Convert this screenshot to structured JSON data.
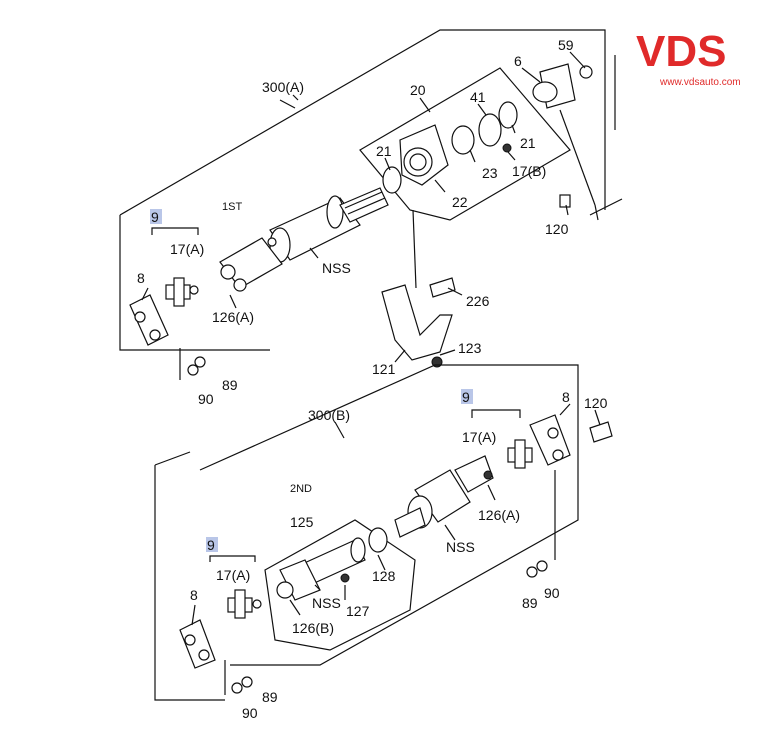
{
  "logo": {
    "text": "VDS",
    "url": "www.vdsauto.com"
  },
  "assembly_a": {
    "label": "300(A)",
    "stage": "1ST"
  },
  "assembly_b": {
    "label": "300(B)",
    "stage": "2ND"
  },
  "callouts": {
    "p59": "59",
    "p6": "6",
    "p20": "20",
    "p41": "41",
    "p21a": "21",
    "p21b": "21",
    "p23": "23",
    "p17b": "17(B)",
    "p22": "22",
    "p120a": "120",
    "p9a": "9",
    "p17a_1": "17(A)",
    "p8a": "8",
    "p126a_1": "126(A)",
    "nss_1": "NSS",
    "p226": "226",
    "p123": "123",
    "p121": "121",
    "p89a": "89",
    "p90a": "90",
    "p9b": "9",
    "p17a_2": "17(A)",
    "p8b": "8",
    "p120b": "120",
    "p126a_2": "126(A)",
    "nss_2": "NSS",
    "p89b": "89",
    "p90b": "90",
    "p125": "125",
    "p128": "128",
    "p127": "127",
    "nss_3": "NSS",
    "p126b": "126(B)",
    "p9c": "9",
    "p17a_3": "17(A)",
    "p8c": "8",
    "p89c": "89",
    "p90c": "90"
  },
  "colors": {
    "logo": "#e02a2a",
    "highlight": "#b9c6e8",
    "ink": "#111111"
  }
}
